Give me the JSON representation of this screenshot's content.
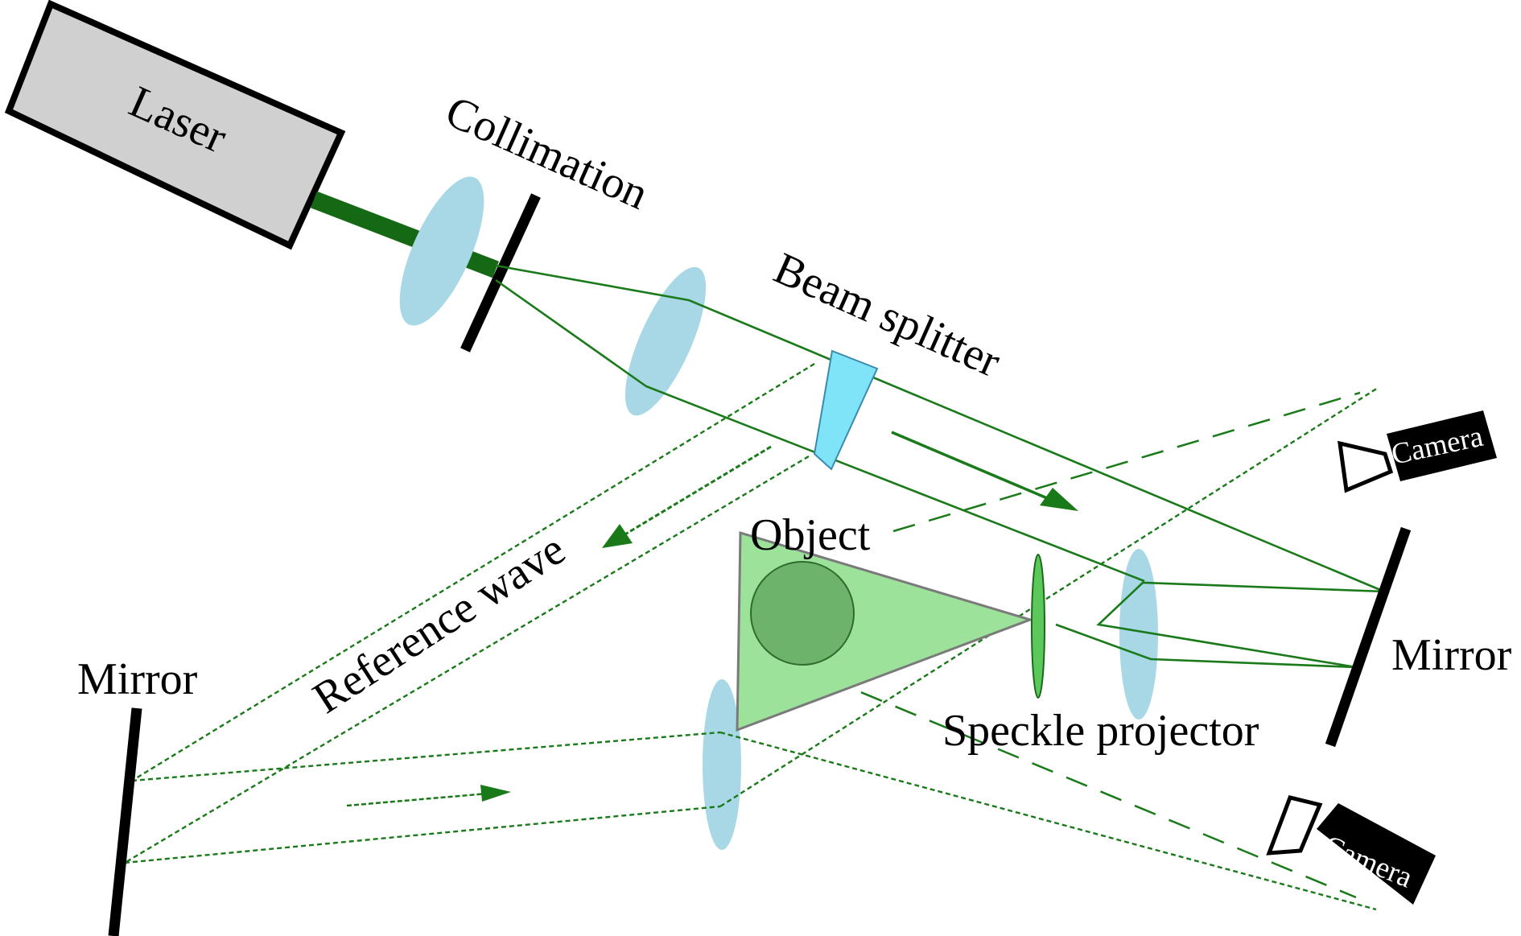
{
  "labels": {
    "laser": "Laser",
    "collimation": "Collimation",
    "beam_splitter": "Beam splitter",
    "reference_wave": "Reference wave",
    "object": "Object",
    "mirror_left": "Mirror",
    "mirror_right": "Mirror",
    "speckle_projector": "Speckle projector",
    "camera_top": "Camera",
    "camera_bottom": "Camera"
  },
  "colors": {
    "beam": "#1a7a1a",
    "lens": "#a8d8e6",
    "laser_body": "#d0d0d0",
    "beam_splitter": "#80e4f8",
    "object_cone": "#9de29a",
    "object_sphere": "#6db36b",
    "speckle_projector": "#5cc85c",
    "mirror": "#000000",
    "camera": "#000000"
  }
}
